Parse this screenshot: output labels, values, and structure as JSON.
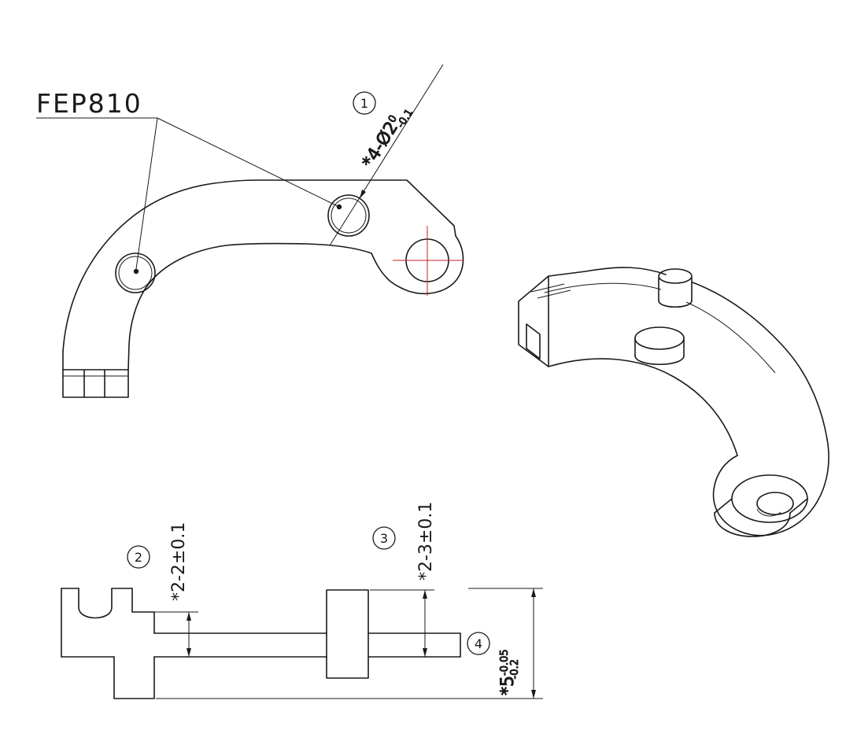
{
  "drawing": {
    "title_label": "FEP810",
    "balloons": [
      {
        "label": "1"
      },
      {
        "label": "2"
      },
      {
        "label": "3"
      },
      {
        "label": "4"
      }
    ],
    "dimensions": {
      "d1": {
        "label": "*4-Ø2",
        "tol_upper": "0",
        "tol_lower": "-0.1"
      },
      "d2": {
        "label": "*2-2±0.1"
      },
      "d3": {
        "label": "*2-3±0.1"
      },
      "d4": {
        "label": "*5",
        "tol_upper": "-0.05",
        "tol_lower": "-0.2"
      }
    },
    "colors": {
      "line": "#1a1a1a",
      "centerline": "#c22222",
      "background": "#ffffff"
    }
  }
}
